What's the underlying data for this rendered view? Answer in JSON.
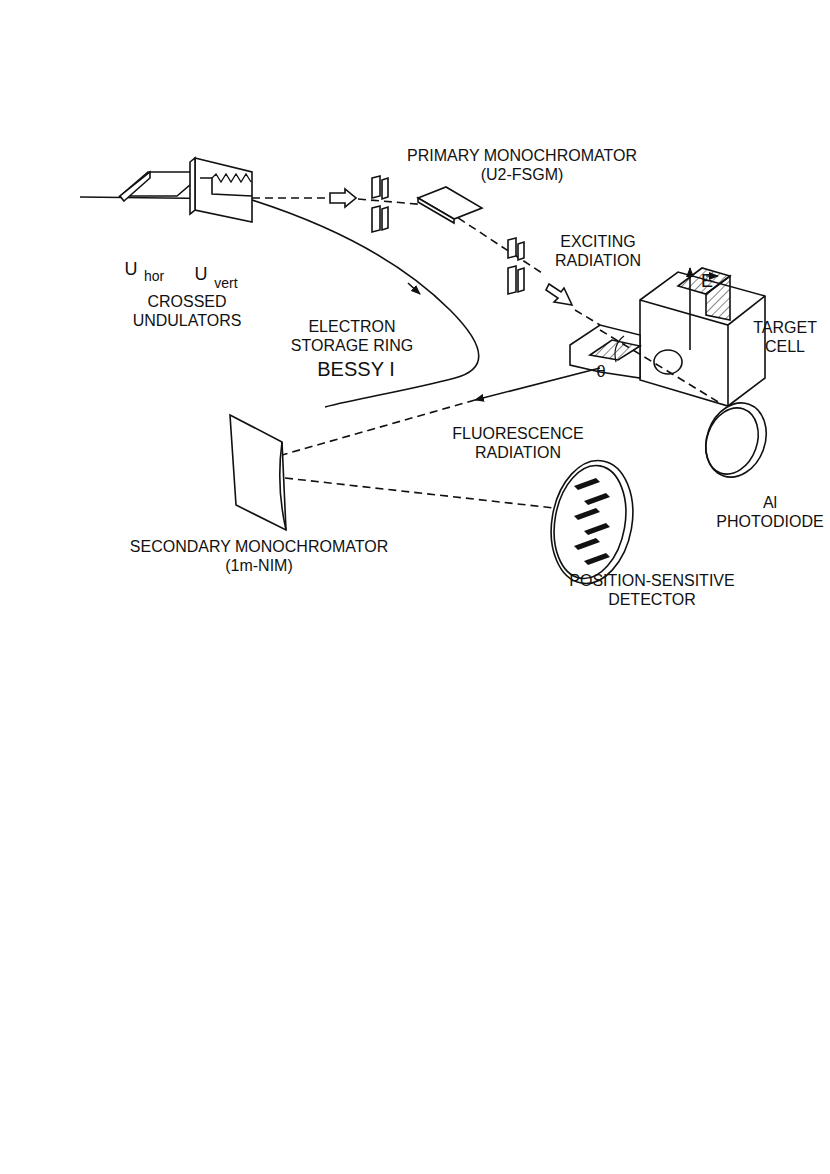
{
  "diagram": {
    "labels": [
      "U",
      "hor",
      "U",
      "vert",
      "CROSSED UNDULATORS",
      "PRIMARY MONOCHROMATOR",
      "(U2-FSGM)",
      "EXCITING RADIATION",
      "E",
      "TARGET CELL",
      "θ",
      "ELECTRON STORAGE RING",
      "BESSY I",
      "FLUORESCENCE RADIATION",
      "Al PHOTODIODE",
      "SECONDARY MONOCHROMATOR",
      "(1m-NIM)",
      "POSITION-SENSITIVE DETECTOR"
    ]
  }
}
